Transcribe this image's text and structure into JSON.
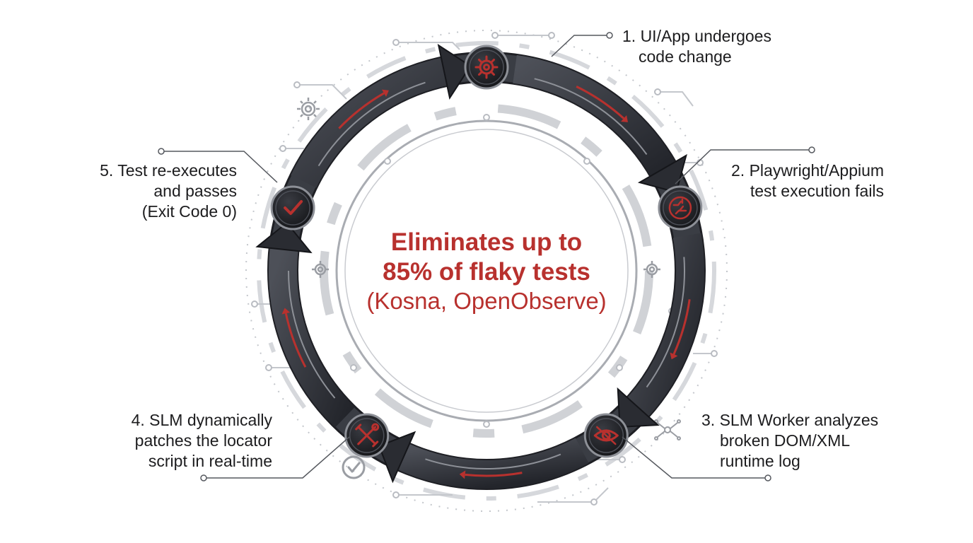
{
  "center": {
    "line1": "Eliminates up to",
    "line2": "85% of flaky tests",
    "line3": "(Kosna, OpenObserve)"
  },
  "colors": {
    "accent_red": "#b8312e",
    "arrow_dark": "#2b2d33",
    "arrow_mid": "#4a4d55",
    "node_dark": "#1e1f24",
    "circuit_gray": "#b9bcc2"
  },
  "steps": [
    {
      "lines": [
        "1. UI/App undergoes",
        "code change"
      ],
      "icon": "gear-icon"
    },
    {
      "lines": [
        "2. Playwright/Appium",
        "test execution fails"
      ],
      "icon": "circuit-broken-icon"
    },
    {
      "lines": [
        "3. SLM Worker analyzes",
        "broken DOM/XML",
        "runtime log"
      ],
      "icon": "eye-icon"
    },
    {
      "lines": [
        "4. SLM dynamically",
        "patches the locator",
        "script in real-time"
      ],
      "icon": "tools-icon"
    },
    {
      "lines": [
        "5. Test re-executes",
        "and passes",
        "(Exit Code 0)"
      ],
      "icon": "checkmark-icon"
    }
  ],
  "decor_icons": [
    "gear-icon",
    "gear-icon",
    "gear-icon",
    "check-circle-icon",
    "network-icon"
  ]
}
